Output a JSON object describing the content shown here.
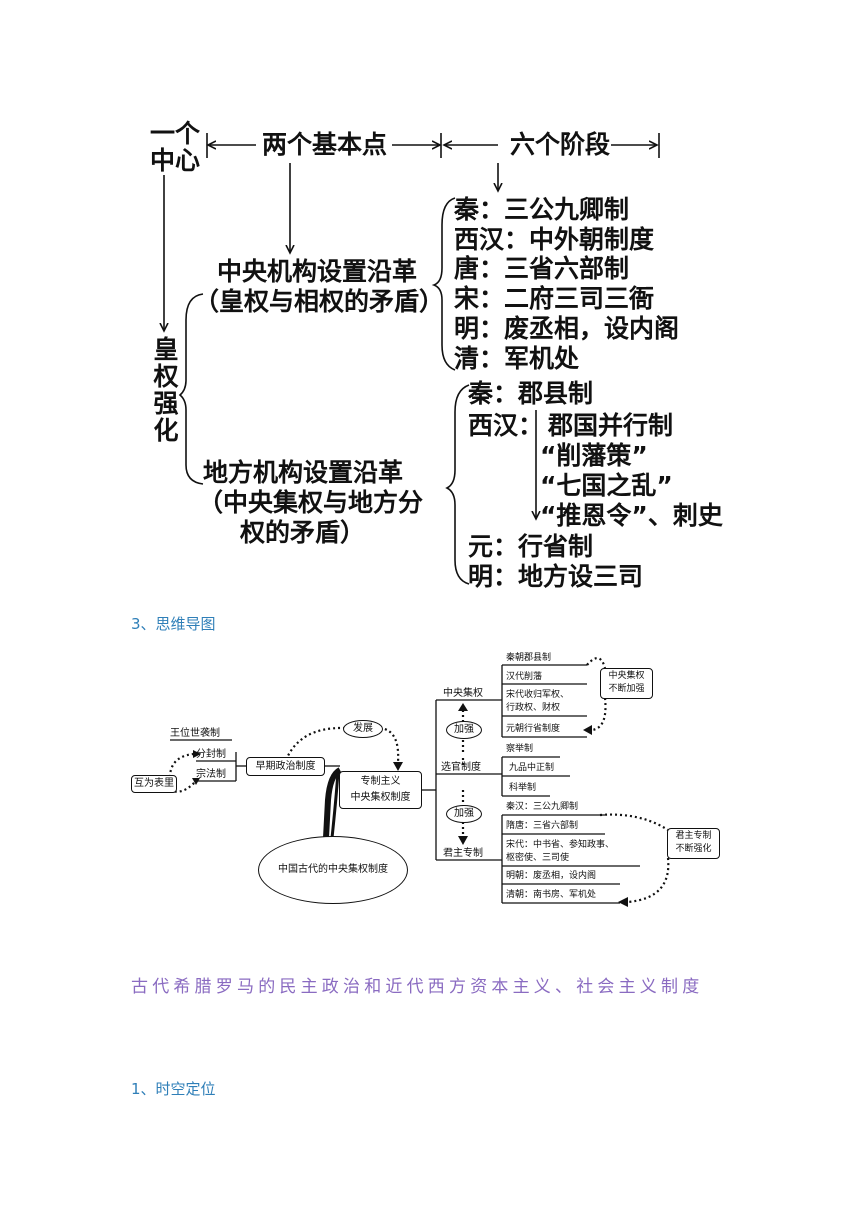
{
  "diagram1": {
    "center": "一个中心",
    "center_line1": "一个",
    "center_line2": "中心",
    "header_basic_points": "两个基本点",
    "header_six_stages": "六个阶段",
    "core": "皇权强化",
    "central_title": "中央机构设置沿革",
    "central_subtitle": "（皇权与相权的矛盾）",
    "central_stages": [
      "秦：三公九卿制",
      "西汉：中外朝制度",
      "唐：三省六部制",
      "宋：二府三司三衙",
      "明：废丞相，设内阁",
      "清：军机处"
    ],
    "local_title": "地方机构设置沿革",
    "local_subtitle_1": "（中央集权与地方分",
    "local_subtitle_2": "权的矛盾）",
    "local_stages": {
      "qin": "秦：郡县制",
      "xihan_label": "西汉：",
      "xihan_items": [
        "郡国并行制",
        "“削藩策”",
        "“七国之乱”",
        "“推恩令”、刺史"
      ],
      "yuan": "元：行省制",
      "ming": "明：地方设三司"
    }
  },
  "heading_mindmap": "3、思维导图",
  "diagram2": {
    "root": "中国古代的中央集权制度",
    "early": "早期政治制度",
    "early_items": [
      "王位世袭制",
      "分封制",
      "宗法制"
    ],
    "mutual": "互为表里",
    "develop": "发展",
    "autocracy_line1": "专制主义",
    "autocracy_line2": "中央集权制度",
    "branch_central": "中央集权",
    "branch_selection": "选官制度",
    "branch_monarch": "君主专制",
    "strengthen_1": "加强",
    "strengthen_2": "加强",
    "central_items": [
      "秦朝郡县制",
      "汉代削藩",
      "宋代收归军权、行政权、财权",
      "元朝行省制度"
    ],
    "central_items_wrapped": [
      "宋代收归军权、",
      "行政权、财权"
    ],
    "central_note_1": "中央集权",
    "central_note_2": "不断加强",
    "selection_items": [
      "察举制",
      "九品中正制",
      "科举制"
    ],
    "monarch_items": [
      "秦汉：三公九卿制",
      "隋唐：三省六部制",
      "宋代：中书省、参知政事、枢密使、三司使",
      "明朝：废丞相，设内阁",
      "清朝：南书房、军机处"
    ],
    "monarch_item_song_1": "宋代：中书省、参知政事、",
    "monarch_item_song_2": "枢密使、三司使",
    "monarch_note_1": "君主专制",
    "monarch_note_2": "不断强化"
  },
  "section_title": "古代希腊罗马的民主政治和近代西方资本主义、社会主义制度",
  "heading_spacetime": "1、时空定位"
}
